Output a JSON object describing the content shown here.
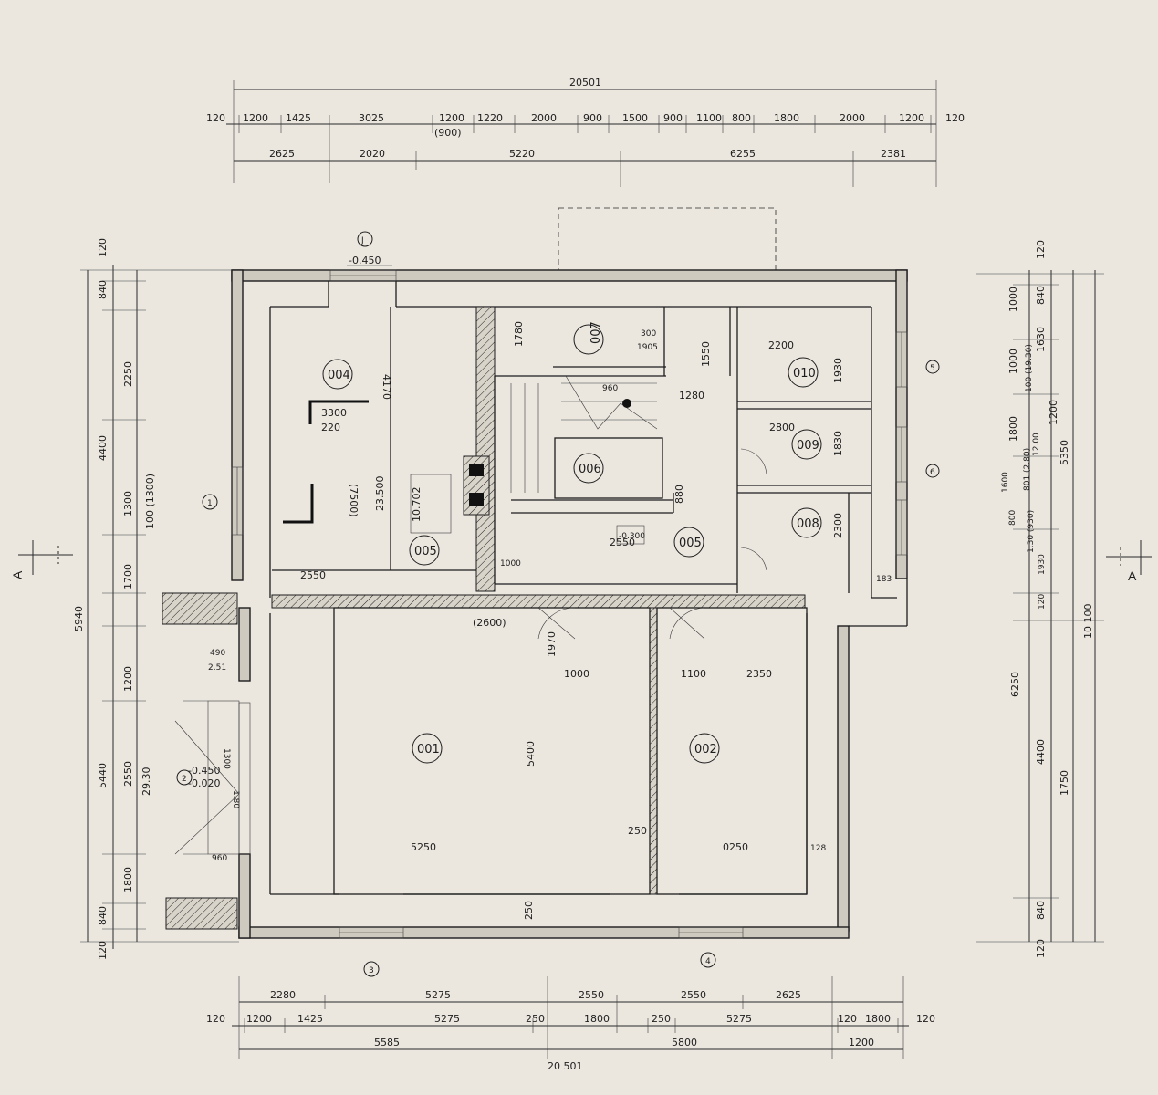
{
  "dimensions": {
    "top_total": "20501",
    "top_row1": [
      "120",
      "1200",
      "1425",
      "3025",
      "1200",
      "1220",
      "2000",
      "900",
      "1500",
      "900",
      "1100",
      "800",
      "1800",
      "2000",
      "1200",
      "120"
    ],
    "top_row1_sub": "(900)",
    "top_row2": [
      "2625",
      "2020",
      "5220",
      "6255",
      "2381"
    ],
    "bottom_row1": [
      "2280",
      "5275",
      "2550",
      "2550",
      "2625"
    ],
    "bottom_row2": [
      "120",
      "1200",
      "1425",
      "5275",
      "250",
      "1800",
      "250",
      "5275",
      "120",
      "1800",
      "120"
    ],
    "bottom_row3": [
      "5585",
      "5800",
      "1200"
    ],
    "bottom_total": "20 501",
    "left_outer": [
      "120",
      "840",
      "2250",
      "4400",
      "1300",
      "100 (1300)",
      "1700",
      "1200",
      "2550",
      "29.30",
      "1800",
      "840",
      "120"
    ],
    "left_total": "5940",
    "left_mid": [
      "5440"
    ],
    "right_outer": [
      "120",
      "840",
      "1000",
      "1000",
      "100 (19.30)",
      "1630",
      "1800",
      "1200",
      "12.00",
      "1600",
      "801 (2.80)",
      "800",
      "1.30 (930)",
      "1930",
      "120",
      "4400",
      "840",
      "120"
    ],
    "right_total": [
      "5350",
      "10 100",
      "6250",
      "1750"
    ]
  },
  "section_marks": {
    "left": "A",
    "right": "A"
  },
  "axis_marks": [
    "J",
    "1",
    "2",
    "3",
    "4",
    "5",
    "6"
  ],
  "levels": {
    "entrance": "-0.450",
    "lobby_a": "-0.450",
    "lobby_b": "-0.020",
    "room005": "-0.300"
  },
  "rooms": [
    "001",
    "002",
    "004",
    "005",
    "005",
    "006",
    "007",
    "008",
    "009",
    "010"
  ],
  "room_dims": {
    "r001_height": "5400",
    "r001_width": "5250",
    "r002_width": "0250",
    "r001_bottom": "250",
    "r002_mid": "250",
    "r004_h": "4170",
    "r004_w": "3300",
    "r004_a": "220",
    "r004_b": "(7500)",
    "r004_c": "2550",
    "r005_a": "23.500",
    "r005_b": "10.702",
    "r005_c": "1000",
    "r005_d": "1970",
    "r005_e": "2550",
    "misc_a": "1780",
    "misc_b": "2800",
    "misc_c": "2200",
    "misc_d": "1930",
    "misc_e": "1830",
    "misc_f": "2300",
    "misc_g": "1280",
    "misc_h": "1550",
    "misc_i": "960",
    "misc_j": "1905",
    "misc_k": "300",
    "door_a": "1970",
    "door_b": "1000",
    "door_c": "1100",
    "door_d": "2350",
    "door_e": "880",
    "door_f": "(2600)",
    "side_a": "490",
    "side_b": "2.51",
    "side_c": "1300",
    "side_d": "1.80",
    "side_e": "960",
    "side_f": "128",
    "side_g": "183"
  }
}
